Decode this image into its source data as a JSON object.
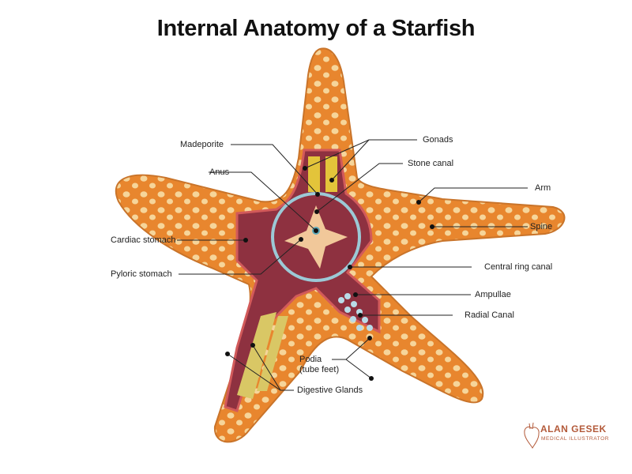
{
  "title": "Internal Anatomy of a Starfish",
  "labels": {
    "madeporite": "Madeporite",
    "anus": "Anus",
    "cardiac_stomach": "Cardiac stomach",
    "pyloric_stomach": "Pyloric stomach",
    "gonads": "Gonads",
    "stone_canal": "Stone canal",
    "arm": "Arm",
    "spine": "Spine",
    "central_ring_canal": "Central ring canal",
    "ampullae": "Ampullae",
    "radial_canal": "Radial Canal",
    "podia_line1": "Podia",
    "podia_line2": "(tube feet)",
    "digestive_glands": "Digestive Glands"
  },
  "logo": {
    "name": "ALAN GESEK",
    "subtitle": "MEDICAL ILLUSTRATOR"
  },
  "colors": {
    "body_orange": "#e8862e",
    "spot": "#f6d59a",
    "interior": "#8e3140",
    "ring_canal": "#9cc9d6",
    "gonad_yellow": "#e3c43a",
    "logo": "#b35a3a"
  }
}
